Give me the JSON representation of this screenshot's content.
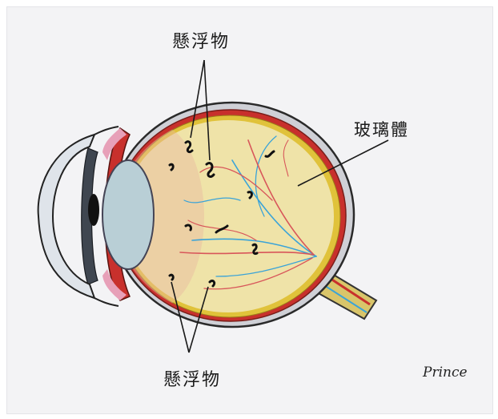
{
  "labels": {
    "floaters_top": "懸浮物",
    "floaters_bottom": "懸浮物",
    "vitreous": "玻璃體"
  },
  "signature": "Prince",
  "colors": {
    "paper": "#f3f3f5",
    "sclera": "#cfd0d6",
    "choroid": "#c8302c",
    "retina": "#e0c23a",
    "vitreous": "#efe3a8",
    "lens": "#b9cfd6",
    "cornea": "#dfe4ea",
    "iris": "#3f4650",
    "floaters": "#111111",
    "vein_blue": "#3aa3d8",
    "vein_red": "#d8565a"
  }
}
